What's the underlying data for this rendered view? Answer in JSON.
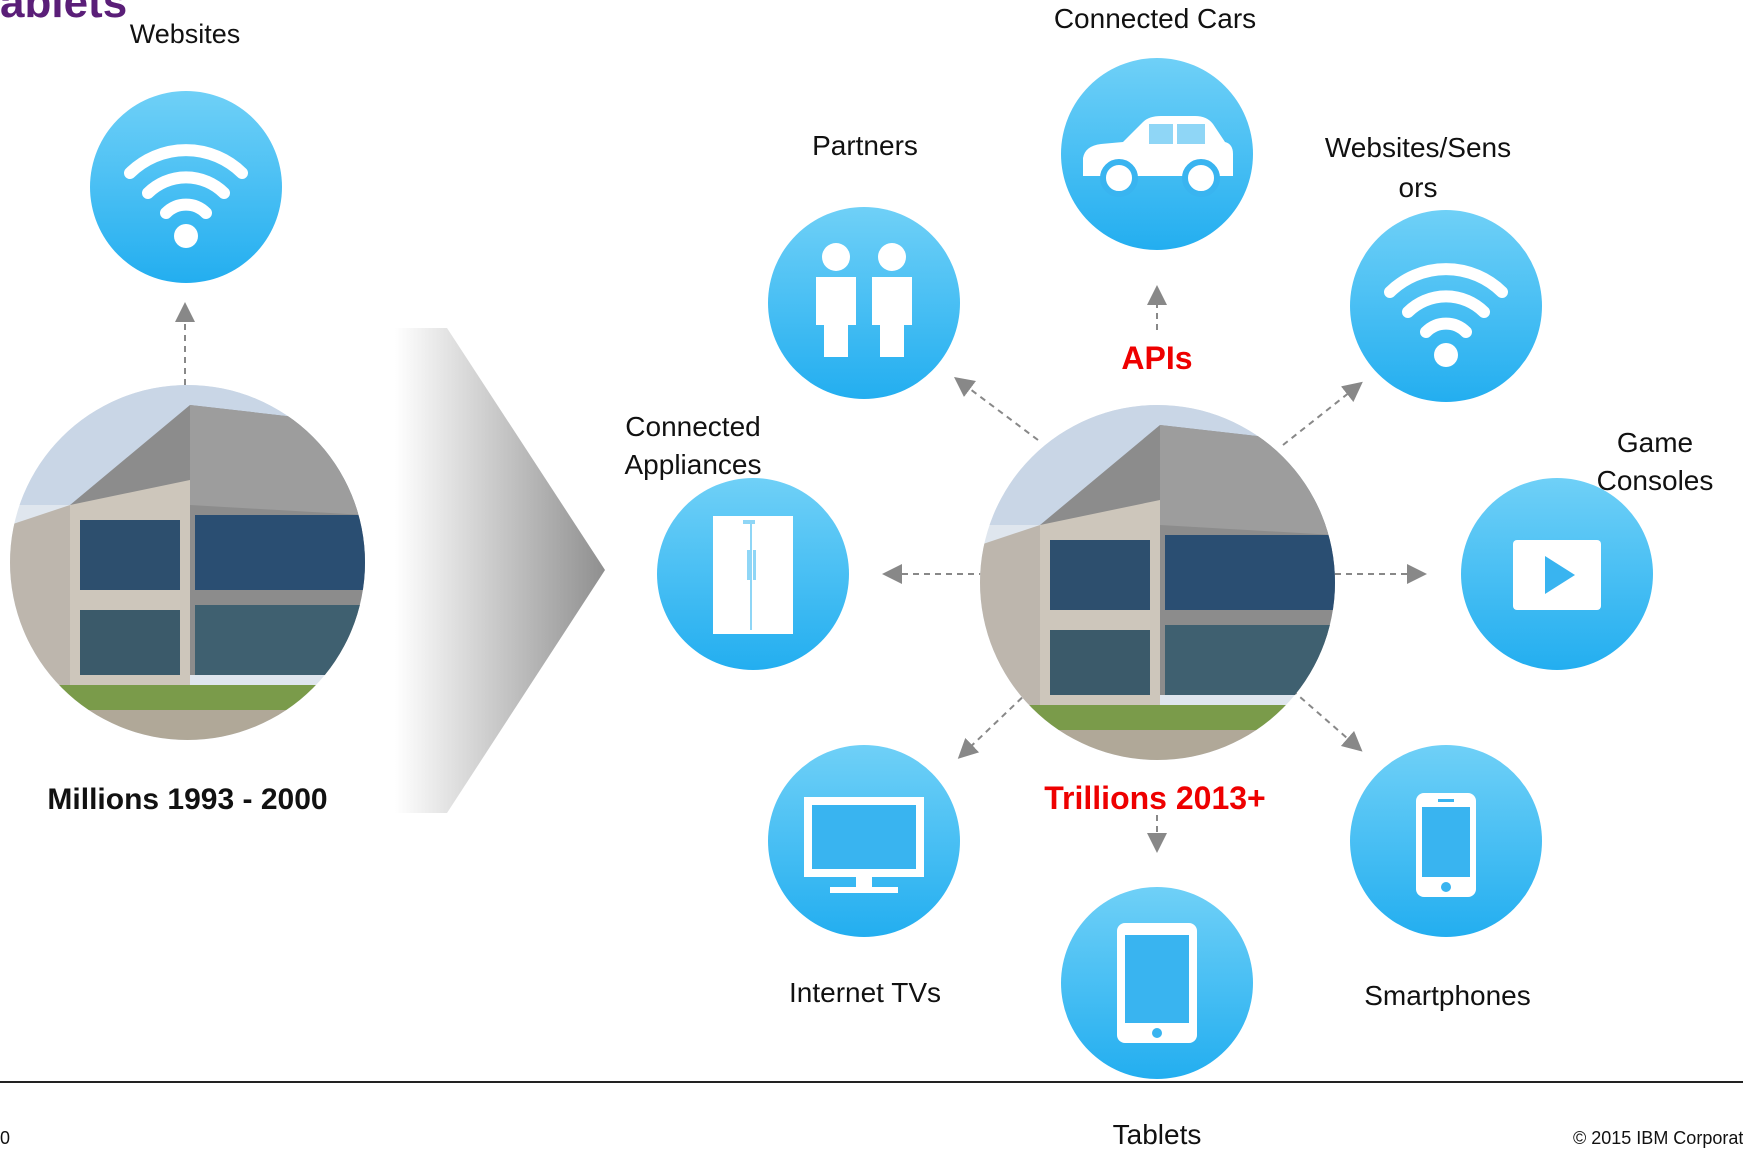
{
  "slide": {
    "title_fragment": "ablets",
    "left_caption": "Millions 1993 - 2000",
    "hub_top_label": "APIs",
    "hub_bottom_label": "Trillions 2013+",
    "left_node": "Websites",
    "nodes": {
      "connected_cars": "Connected Cars",
      "partners": "Partners",
      "websites_sensors": "Websites/Sensors",
      "connected_appliances": "Connected Appliances",
      "game_consoles": "Game Consoles",
      "internet_tvs": "Internet TVs",
      "smartphones": "Smartphones",
      "tablets": "Tablets"
    },
    "footer": {
      "page_number": "0",
      "copyright": "© 2015 IBM Corporat"
    }
  },
  "colors": {
    "circle_top": "#6fd0f7",
    "circle_bottom": "#23aef0",
    "highlight_red": "#ee0000",
    "title_purple": "#5a1e78",
    "arrow_gray": "#888888"
  },
  "icons": [
    "wifi-icon",
    "car-icon",
    "people-icon",
    "refrigerator-icon",
    "play-icon",
    "tv-icon",
    "smartphone-icon",
    "tablet-icon"
  ]
}
